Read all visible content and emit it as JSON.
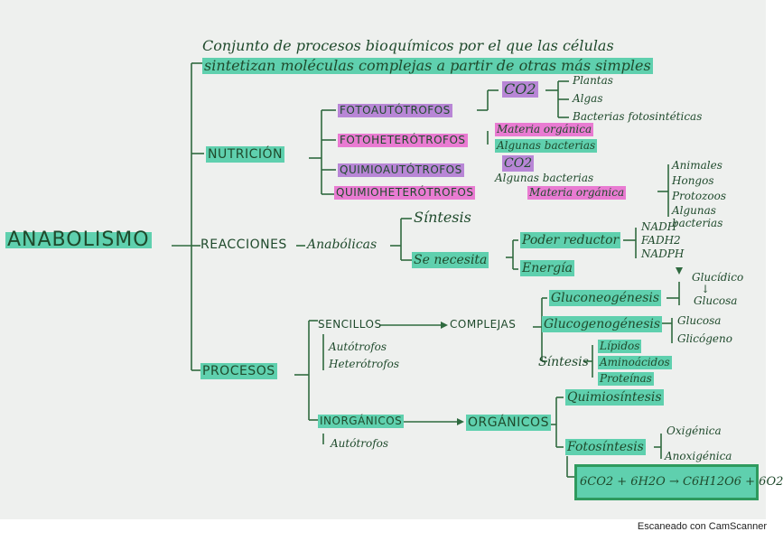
{
  "root": "ANABOLISMO",
  "definition": {
    "line1": "Conjunto de procesos bioquímicos por el que las células",
    "line2": "sintetizan moléculas complejas a partir de otras más simples"
  },
  "nutricion": {
    "label": "NUTRICIÓN",
    "types": [
      {
        "name": "FOTOAUTÓTROFOS",
        "source": "CO2",
        "examples": [
          "Plantas",
          "Algas",
          "Bacterias fotosintéticas"
        ]
      },
      {
        "name": "FOTOHETERÓTROFOS",
        "source": "Materia orgánica",
        "examples": [
          "Algunas bacterias"
        ]
      },
      {
        "name": "QUIMIOAUTÓTROFOS",
        "source": "CO2",
        "examples": [
          "Algunas bacterias"
        ]
      },
      {
        "name": "QUIMIOHETERÓTROFOS",
        "source": "Materia orgánica",
        "examples": [
          "Animales",
          "Hongos",
          "Protozoos",
          "Algunas",
          "bacterias"
        ]
      }
    ]
  },
  "reacciones": {
    "label": "REACCIONES",
    "type": "Anabólicas",
    "branches": [
      "Síntesis",
      "Se necesita"
    ],
    "needs": [
      "Poder reductor",
      "Energía"
    ],
    "reductores": [
      "NADH",
      "FADH2",
      "NADPH"
    ]
  },
  "procesos": {
    "label": "PROCESOS",
    "sencillos": "SENCILLOS",
    "complejas": "COMPLEJAS",
    "organisms": [
      "Autótrofos",
      "Heterótrofos"
    ],
    "paths": [
      {
        "name": "Gluconeogénesis",
        "detail": [
          "Glucídico",
          "↓",
          "Glucosa"
        ]
      },
      {
        "name": "Glucogenogénesis",
        "detail": [
          "Glucosa",
          "Glicógeno"
        ]
      },
      {
        "name": "Síntesis",
        "detail": [
          "Lípidos",
          "Aminoácidos",
          "Proteínas"
        ]
      }
    ],
    "inorganicos": "INORGÁNICOS",
    "organicos": "ORGÁNICOS",
    "inorg_organisms": [
      "Autótrofos"
    ],
    "quimiosintesis": "Quimiosíntesis",
    "fotosintesis": "Fotosíntesis",
    "foto_types": [
      "Oxigénica",
      "Anoxigénica"
    ],
    "equation": "6CO2 + 6H2O → C6H12O6 + 6O2"
  },
  "footer": "Escaneado con CamScanner"
}
